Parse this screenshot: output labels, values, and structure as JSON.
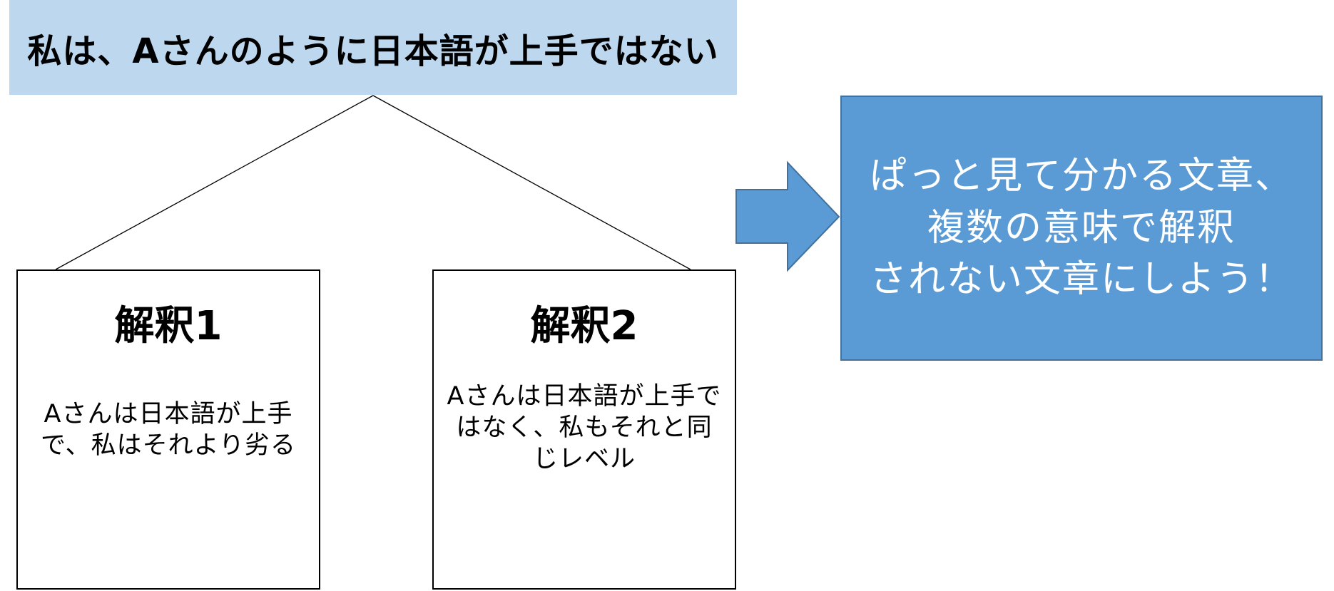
{
  "colors": {
    "banner_fill": "#bdd7ee",
    "accent_fill": "#5b9bd5",
    "accent_border": "#41719c"
  },
  "banner": {
    "text": "私は、Aさんのように日本語が上手ではない"
  },
  "interpretations": [
    {
      "title": "解釈1",
      "body": "Aさんは日本語が上手で、私はそれより劣る"
    },
    {
      "title": "解釈2",
      "body": "Aさんは日本語が上手ではなく、私もそれと同じレベル"
    }
  ],
  "conclusion": {
    "text": "ぱっと見て分かる文章、\n複数の意味で解釈\nされない文章にしよう！"
  },
  "icons": {
    "arrow": "right-arrow-icon"
  }
}
